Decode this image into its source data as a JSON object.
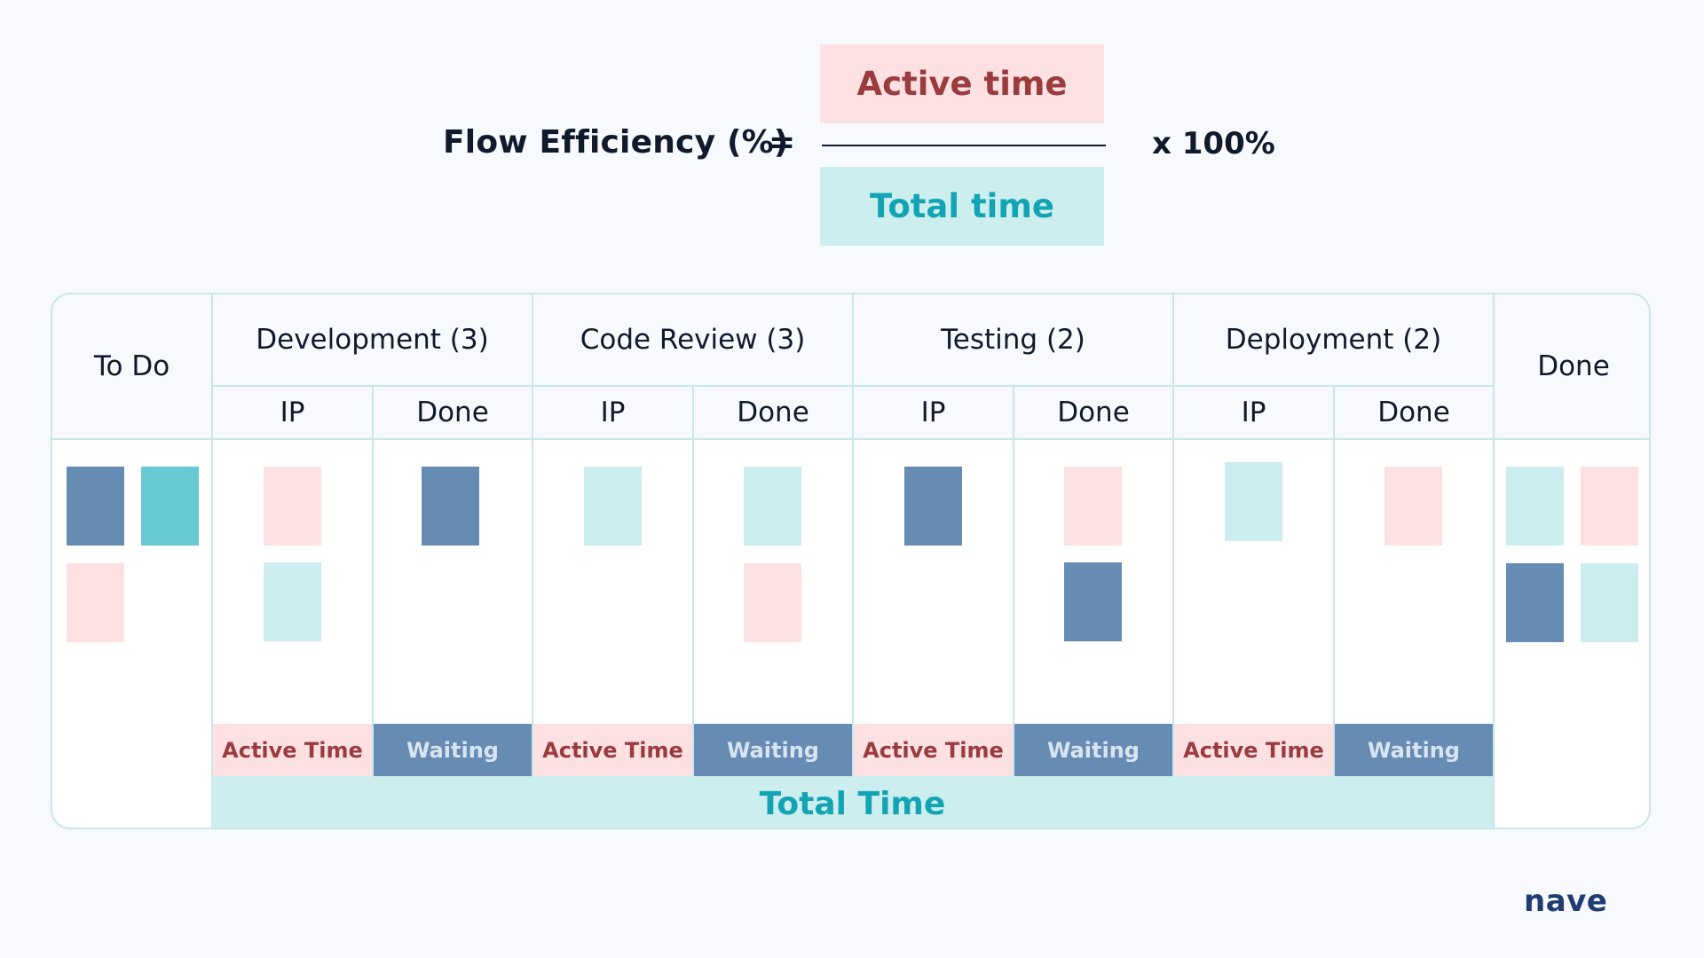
{
  "formula": {
    "label": "Flow Efficiency (%)",
    "equals": "=",
    "numerator": "Active time",
    "denominator": "Total time",
    "multiplier": "x 100%"
  },
  "board": {
    "columns": {
      "todo": "To Do",
      "development": "Development (3)",
      "code_review": "Code Review (3)",
      "testing": "Testing (2)",
      "deployment": "Deployment (2)",
      "done": "Done"
    },
    "sub_labels": {
      "ip": "IP",
      "done": "Done"
    },
    "tags": {
      "active": "Active Time",
      "waiting": "Waiting"
    },
    "total_label": "Total Time"
  },
  "colors": {
    "card_blue": "#678cb4",
    "card_teal": "#66c9d3",
    "card_pink": "#fde0e2",
    "card_light_teal": "#ccedef",
    "active_text": "#9a3b3e",
    "total_text": "#13a4b4"
  },
  "brand": {
    "logo": "nave"
  }
}
